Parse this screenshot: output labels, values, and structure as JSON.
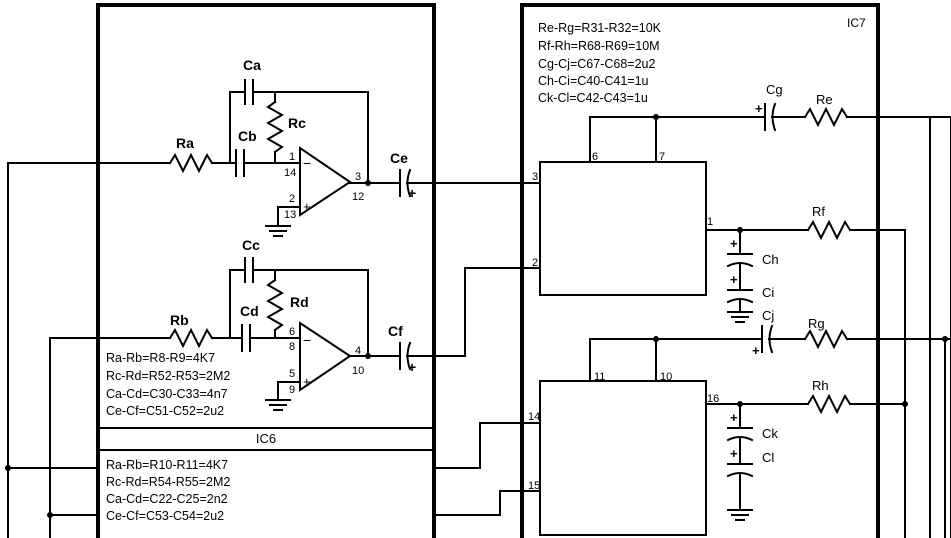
{
  "ic6": {
    "title": "IC6",
    "labels": {
      "Ra": "Ra",
      "Rb": "Rb",
      "Rc": "Rc",
      "Rd": "Rd",
      "Ca": "Ca",
      "Cb": "Cb",
      "Cc": "Cc",
      "Cd": "Cd",
      "Ce": "Ce",
      "Cf": "Cf"
    },
    "pins": {
      "p1": "1",
      "p14": "14",
      "p2": "2",
      "p13": "13",
      "p3": "3",
      "p12": "12",
      "p6": "6",
      "p8": "8",
      "p5": "5",
      "p9": "9",
      "p4": "4",
      "p10": "10"
    },
    "notes_a": [
      "Ra-Rb=R8-R9=4K7",
      "Rc-Rd=R52-R53=2M2",
      "Ca-Cd=C30-C33=4n7",
      "Ce-Cf=C51-C52=2u2"
    ],
    "notes_b": [
      "Ra-Rb=R10-R11=4K7",
      "Rc-Rd=R54-R55=2M2",
      "Ca-Cd=C22-C25=2n2",
      "Ce-Cf=C53-C54=2u2"
    ]
  },
  "ic7": {
    "title": "IC7",
    "notes": [
      "Re-Rg=R31-R32=10K",
      "Rf-Rh=R68-R69=10M",
      "Cg-Cj=C67-C68=2u2",
      "Ch-Ci=C40-C41=1u",
      "Ck-Cl=C42-C43=1u"
    ],
    "labels": {
      "Cg": "Cg",
      "Re": "Re",
      "Rf": "Rf",
      "Ch": "Ch",
      "Ci": "Ci",
      "Cj": "Cj",
      "Rg": "Rg",
      "Rh": "Rh",
      "Ck": "Ck",
      "Cl": "Cl"
    },
    "pins": {
      "p6": "6",
      "p7": "7",
      "p3": "3",
      "p1": "1",
      "p2": "2",
      "p11": "11",
      "p10": "10",
      "p14": "14",
      "p16": "16",
      "p15": "15"
    }
  }
}
